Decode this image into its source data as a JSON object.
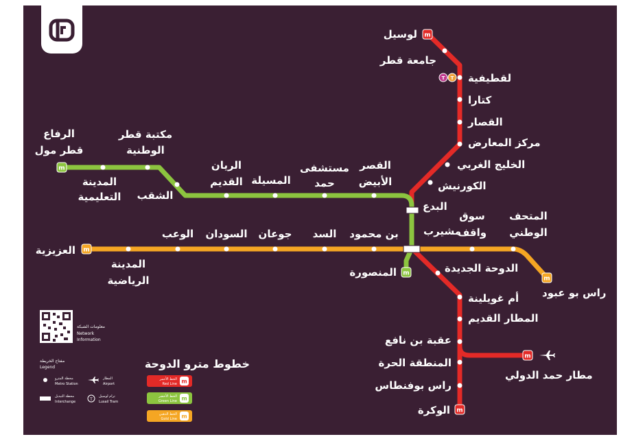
{
  "colors": {
    "background": "#3a1f33",
    "red_line": "#e32a27",
    "green_line": "#8cc43f",
    "gold_line": "#f5a623",
    "white": "#ffffff",
    "logo_bg": "#ffffff",
    "logo_fg": "#3a1f33",
    "tram": "#c13b8f",
    "tram2": "#f0a23b"
  },
  "title": "خطوط مترو الدوحة",
  "network_info": {
    "label_ar": "معلومات الشبكة",
    "label_en1": "Network",
    "label_en2": "Information"
  },
  "legend": {
    "heading_ar": "مفتاح الخريطة",
    "heading_en": "Legend",
    "metro_station_ar": "محطة المترو",
    "metro_station_en": "Metro Station",
    "airport_ar": "المطار",
    "airport_en": "Airport",
    "interchange_ar": "محطة التبديل",
    "interchange_en": "Interchange",
    "tram_ar": "ترام لوسيل",
    "tram_en": "Lusail Tram"
  },
  "lines": {
    "red_ar": "الخط الأحمر",
    "red_en": "Red Line",
    "green_ar": "الخط الأخضر",
    "green_en": "Green Line",
    "gold_ar": "الخط الذهبي",
    "gold_en": "Gold Line"
  },
  "stations": {
    "lusail": "لوسيل",
    "qatar_university": "جامعة قطر",
    "legtaifiya": "لقطيفية",
    "katara": "كتارا",
    "al_qassar": "القصار",
    "decc": "مركز المعارض",
    "west_bay": "الخليج الغربي",
    "corniche": "الكورنيش",
    "al_bidda": "البدع",
    "msheireb": "مشيرب",
    "souq_waqif_1": "سوق",
    "souq_waqif_2": "واقف",
    "national_museum_1": "المتحف",
    "national_museum_2": "الوطني",
    "ras_bu_abboud": "راس بو عبود",
    "doha_jadeda": "الدوحة الجديدة",
    "umm_ghuwailina": "أم غويلينة",
    "old_airport": "المطار القديم",
    "oqba": "عقبة بن نافع",
    "free_zone": "المنطقة الحرة",
    "ras_bufontas": "راس بوفنطاس",
    "al_wakra": "الوكرة",
    "hia": "مطار حمد الدولي",
    "al_mansoura": "المنصورة",
    "bin_mahmoud": "بن محمود",
    "al_sadd": "السد",
    "joaan": "جوعان",
    "al_sudan": "السودان",
    "al_waab": "الوعب",
    "sport_city_1": "المدينة",
    "sport_city_2": "الرياضية",
    "al_aziziyah": "العزيزية",
    "al_riffa_1": "الرفاع",
    "al_riffa_2": "قطر مول",
    "education_city_1": "المدينة",
    "education_city_2": "التعليمية",
    "library_1": "مكتبة قطر",
    "library_2": "الوطنية",
    "al_shaqab": "الشقب",
    "old_rayyan_1": "الريان",
    "old_rayyan_2": "القديم",
    "al_messila": "المسيلة",
    "hamad_hospital_1": "مستشفى",
    "hamad_hospital_2": "حمد",
    "white_palace_1": "القصر",
    "white_palace_2": "الأبيض"
  }
}
